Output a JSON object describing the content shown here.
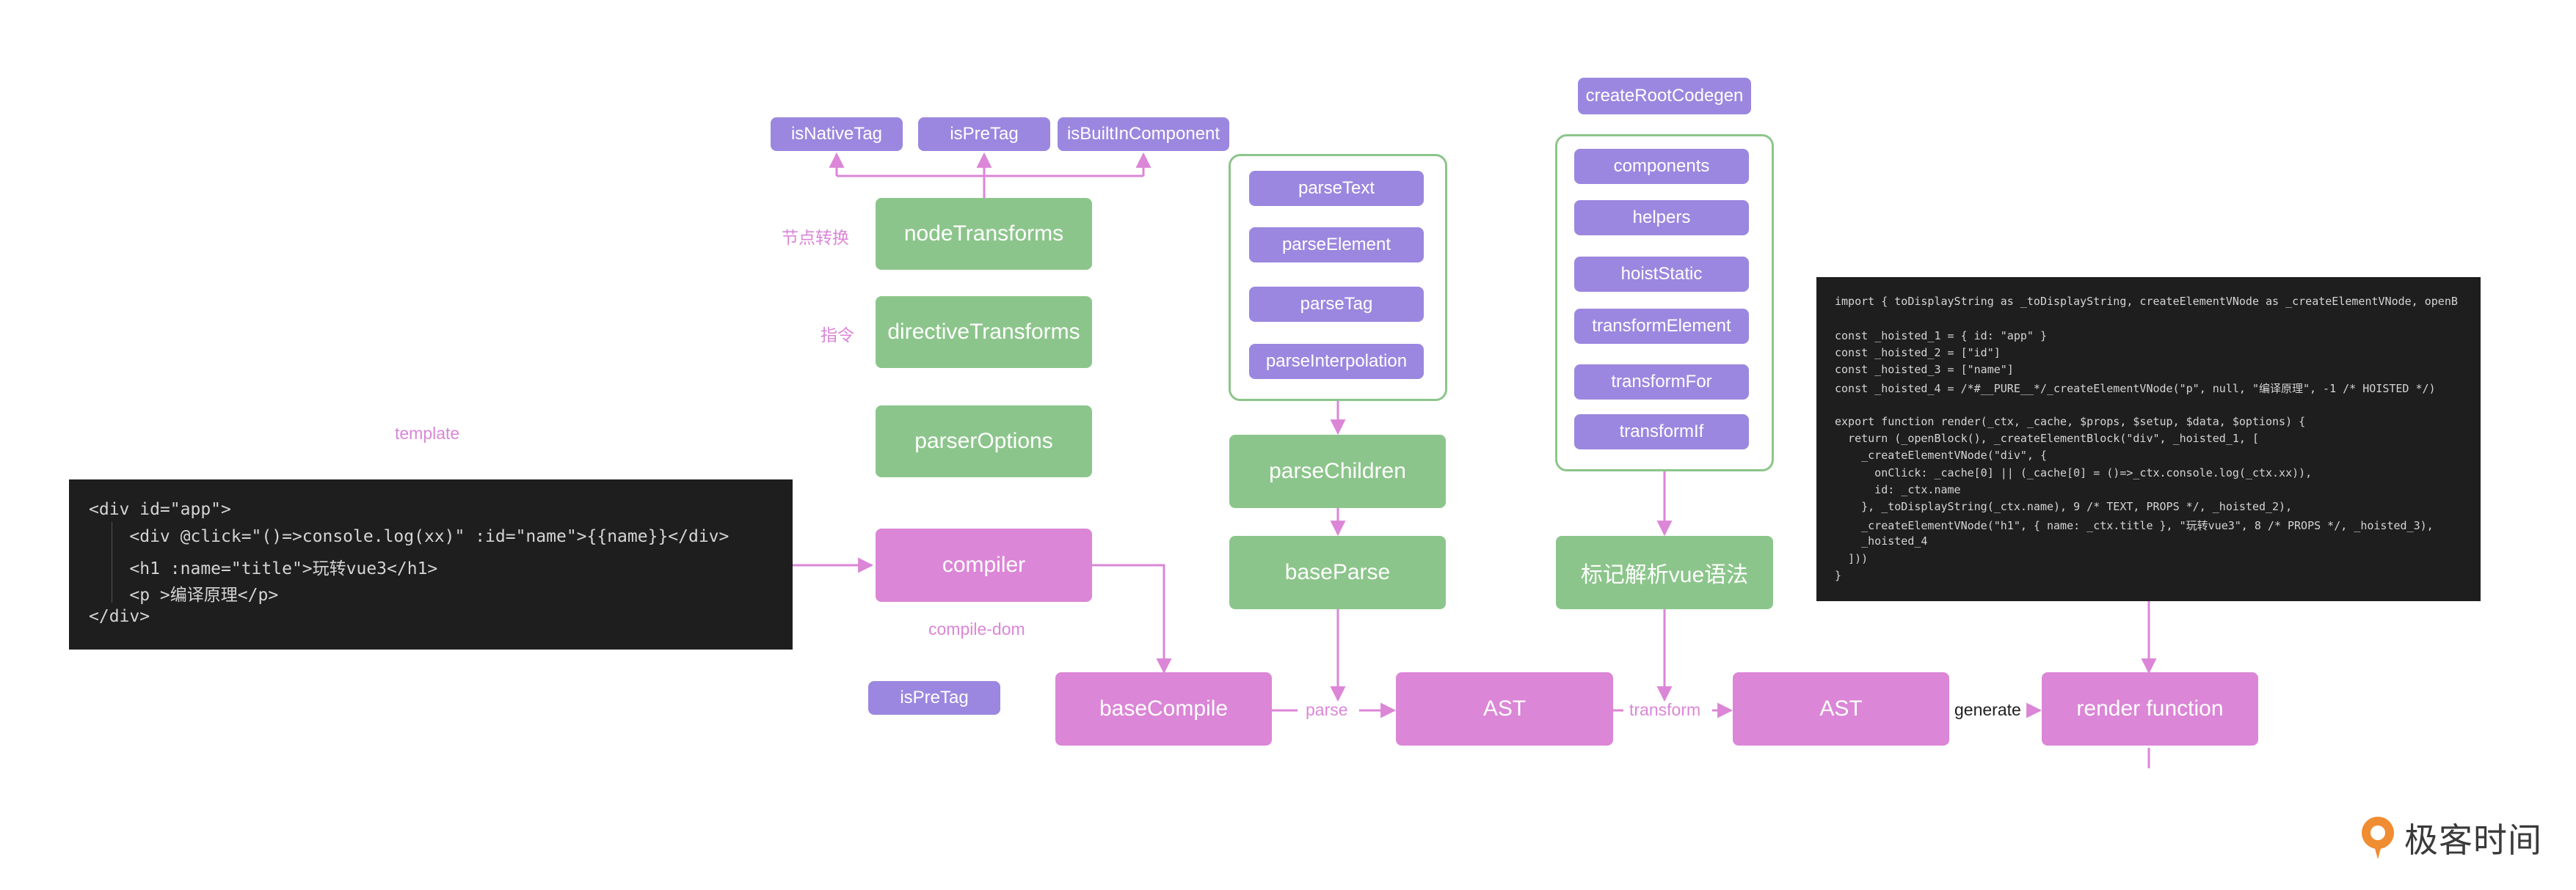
{
  "nodes": {
    "isNativeTag": "isNativeTag",
    "isPreTag_top": "isPreTag",
    "isBuiltInComponent": "isBuiltInComponent",
    "nodeTransforms": "nodeTransforms",
    "directiveTransforms": "directiveTransforms",
    "parserOptions": "parserOptions",
    "compiler": "compiler",
    "isPreTag_bottom": "isPreTag",
    "baseCompile": "baseCompile",
    "parseText": "parseText",
    "parseElement": "parseElement",
    "parseTag": "parseTag",
    "parseInterpolation": "parseInterpolation",
    "parseChildren": "parseChildren",
    "baseParse": "baseParse",
    "ast_1": "AST",
    "createRootCodegen": "createRootCodegen",
    "components": "components",
    "helpers": "helpers",
    "hoistStatic": "hoistStatic",
    "transformElement": "transformElement",
    "transformFor": "transformFor",
    "transformIf": "transformIf",
    "mark_vue_syntax": "标记解析vue语法",
    "ast_2": "AST",
    "render_function": "render function"
  },
  "labels": {
    "node_transform_cn": "节点转换",
    "directive_cn": "指令",
    "template": "template",
    "compile_dom": "compile-dom",
    "parse": "parse",
    "transform": "transform",
    "generate": "generate"
  },
  "template_code": [
    "<div id=\"app\">",
    "    <div @click=\"()=>console.log(xx)\" :id=\"name\">{{name}}</div>",
    "    <h1 :name=\"title\">玩转vue3</h1>",
    "    <p >编译原理</p>",
    "</div>"
  ],
  "render_code": [
    "import { toDisplayString as _toDisplayString, createElementVNode as _createElementVNode, openB",
    "",
    "const _hoisted_1 = { id: \"app\" }",
    "const _hoisted_2 = [\"id\"]",
    "const _hoisted_3 = [\"name\"]",
    "const _hoisted_4 = /*#__PURE__*/_createElementVNode(\"p\", null, \"编译原理\", -1 /* HOISTED */)",
    "",
    "export function render(_ctx, _cache, $props, $setup, $data, $options) {",
    "  return (_openBlock(), _createElementBlock(\"div\", _hoisted_1, [",
    "    _createElementVNode(\"div\", {",
    "      onClick: _cache[0] || (_cache[0] = ()=>_ctx.console.log(_ctx.xx)),",
    "      id: _ctx.name",
    "    }, _toDisplayString(_ctx.name), 9 /* TEXT, PROPS */, _hoisted_2),",
    "    _createElementVNode(\"h1\", { name: _ctx.title }, \"玩转vue3\", 8 /* PROPS */, _hoisted_3),",
    "    _hoisted_4",
    "  ]))",
    "}"
  ],
  "brand": "极客时间",
  "colors": {
    "purple_node": "#9b87df",
    "green_node": "#8cc58b",
    "pink_node": "#db86d7",
    "code_bg": "#1e1e1f",
    "edge": "#db86d7"
  }
}
